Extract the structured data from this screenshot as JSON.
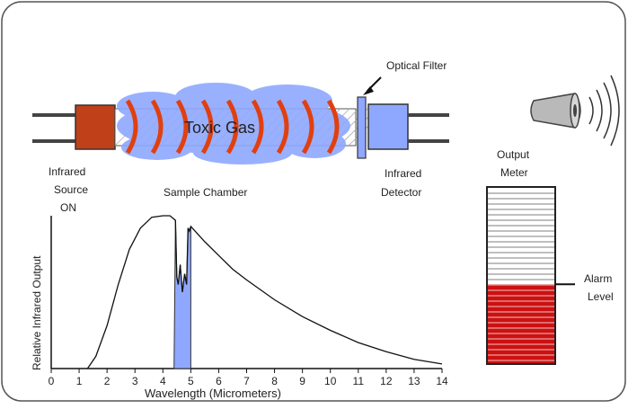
{
  "labels": {
    "optical_filter": "Optical Filter",
    "toxic_gas": "Toxic Gas",
    "ir_source": [
      "Infrared",
      "Source",
      "ON"
    ],
    "sample_chamber": "Sample Chamber",
    "ir_detector": [
      "Infrared",
      "Detector"
    ],
    "output_meter": [
      "Output",
      "Meter"
    ],
    "alarm_level": [
      "Alarm",
      "Level"
    ]
  },
  "meter": {
    "fill_fraction": 0.45,
    "alarm_fraction": 0.45,
    "fill_color": "#cc1111"
  },
  "colors": {
    "source": "#c0401a",
    "gas_cloud": "#8fa8ff",
    "waves": "#e04010",
    "detector": "#8fa8ff",
    "filter_band": "#8fa8ff"
  },
  "icons": [
    "alarm-horn-icon",
    "sound-waves-icon"
  ],
  "chart_data": {
    "type": "line",
    "title": "",
    "xlabel": "Wavelength (Micrometers)",
    "ylabel": "Relative Infrared Output",
    "xlim": [
      0,
      14
    ],
    "ylim": [
      0,
      1
    ],
    "xticks": [
      0,
      1,
      2,
      3,
      4,
      5,
      6,
      7,
      8,
      9,
      10,
      11,
      12,
      13,
      14
    ],
    "grid": false,
    "series": [
      {
        "x": [
          1.3,
          1.6,
          2.0,
          2.4,
          2.8,
          3.2,
          3.6,
          4.0,
          4.25,
          4.45,
          4.5,
          4.55,
          4.62,
          4.7,
          4.78,
          4.85,
          4.9,
          4.95,
          5.0,
          5.5,
          6,
          6.5,
          7,
          8,
          9,
          10,
          11,
          12,
          13,
          14
        ],
        "y": [
          0.0,
          0.08,
          0.28,
          0.55,
          0.78,
          0.92,
          0.99,
          1.0,
          1.0,
          0.97,
          0.6,
          0.55,
          0.68,
          0.5,
          0.62,
          0.55,
          0.92,
          0.9,
          0.93,
          0.83,
          0.74,
          0.65,
          0.58,
          0.45,
          0.34,
          0.25,
          0.17,
          0.11,
          0.06,
          0.03
        ]
      }
    ],
    "highlight_band": {
      "x_from": 4.4,
      "x_to": 5.0
    }
  }
}
